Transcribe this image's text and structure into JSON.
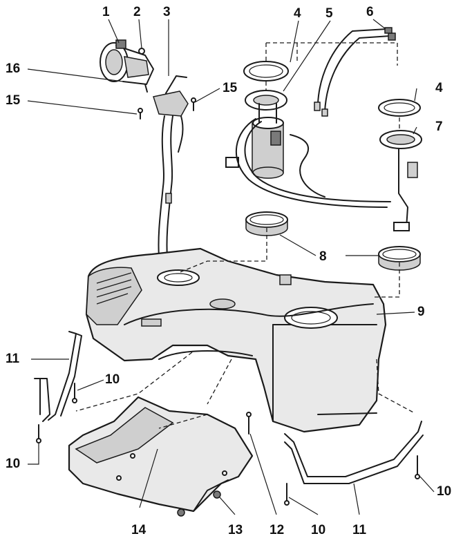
{
  "callouts": [
    {
      "id": "c1",
      "text": "1"
    },
    {
      "id": "c2",
      "text": "2"
    },
    {
      "id": "c3",
      "text": "3"
    },
    {
      "id": "c4a",
      "text": "4"
    },
    {
      "id": "c5",
      "text": "5"
    },
    {
      "id": "c6",
      "text": "6"
    },
    {
      "id": "c16",
      "text": "16"
    },
    {
      "id": "c15a",
      "text": "15"
    },
    {
      "id": "c15b",
      "text": "15"
    },
    {
      "id": "c4b",
      "text": "4"
    },
    {
      "id": "c7",
      "text": "7"
    },
    {
      "id": "c8",
      "text": "8"
    },
    {
      "id": "c9",
      "text": "9"
    },
    {
      "id": "c11a",
      "text": "11"
    },
    {
      "id": "c10a",
      "text": "10"
    },
    {
      "id": "c10b",
      "text": "10"
    },
    {
      "id": "c10c",
      "text": "10"
    },
    {
      "id": "c14",
      "text": "14"
    },
    {
      "id": "c13",
      "text": "13"
    },
    {
      "id": "c12",
      "text": "12"
    },
    {
      "id": "c10d",
      "text": "10"
    },
    {
      "id": "c11b",
      "text": "11"
    }
  ]
}
